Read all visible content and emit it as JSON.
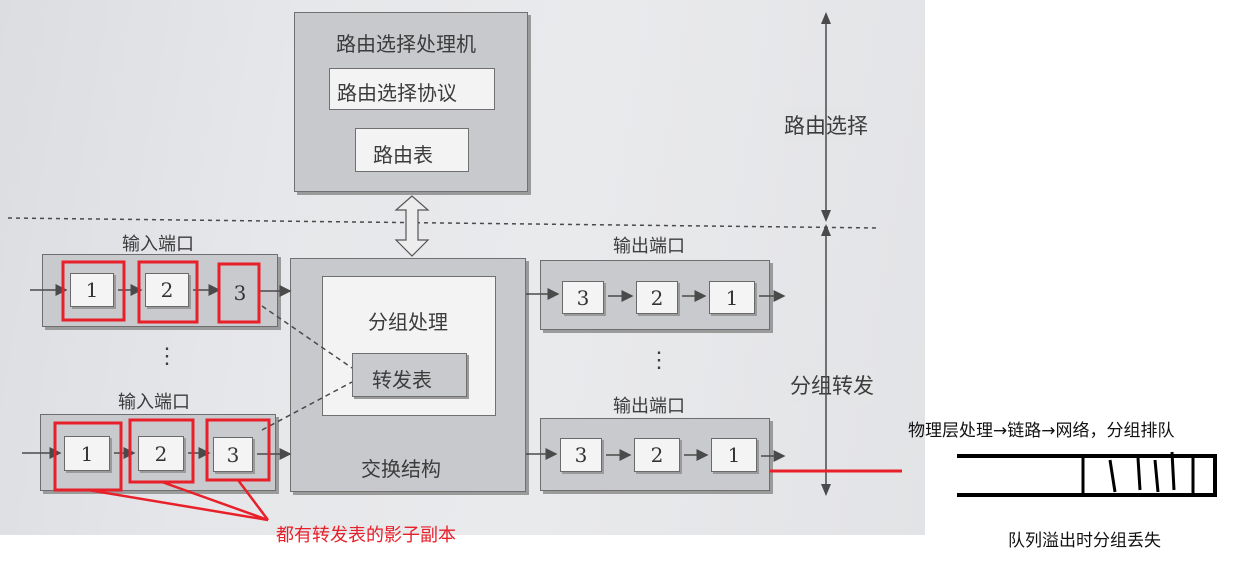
{
  "router": {
    "routing_processor": "路由选择处理机",
    "routing_protocol": "路由选择协议",
    "routing_table": "路由表",
    "routing_label": "路由选择",
    "forwarding_label": "分组转发"
  },
  "input_ports": {
    "top_label": "输入端口",
    "bottom_label": "输入端口",
    "top_cells": [
      "1",
      "2",
      "3"
    ],
    "bottom_cells": [
      "1",
      "2",
      "3"
    ]
  },
  "switch": {
    "packet_processing": "分组处理",
    "forwarding_table": "转发表",
    "fabric": "交换结构"
  },
  "output_ports": {
    "top_label": "输出端口",
    "bottom_label": "输出端口",
    "top_cells": [
      "3",
      "2",
      "1"
    ],
    "bottom_cells": [
      "3",
      "2",
      "1"
    ]
  },
  "ellipsis": "⋮",
  "annotations": {
    "shadow_copy": "都有转发表的影子副本",
    "processing_chain": "物理层处理→链路→网络，分组排队",
    "queue_overflow": "队列溢出时分组丢失"
  },
  "colors": {
    "annotation_red": "#e8202a",
    "diagram_gray": "#c9cacd"
  }
}
